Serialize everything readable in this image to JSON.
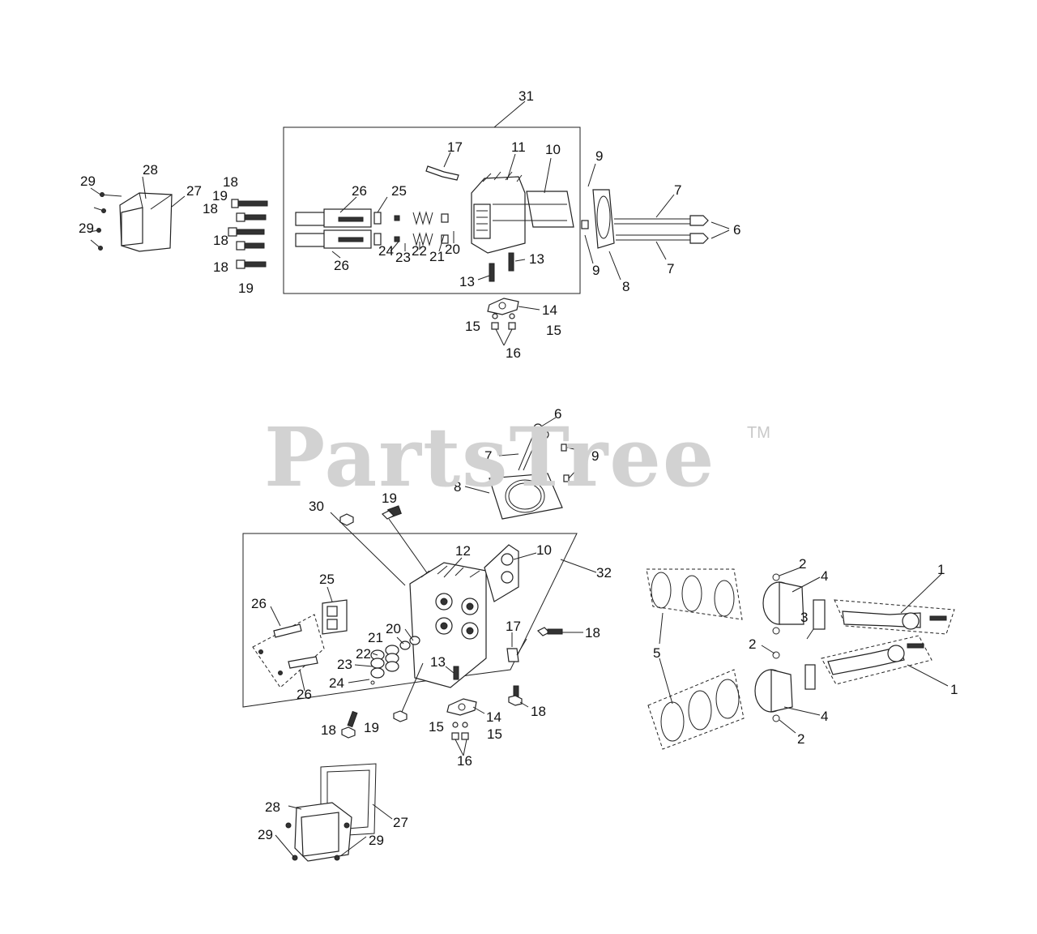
{
  "watermark": {
    "text": "PartsTree",
    "trademark": "TM"
  },
  "callouts": {
    "top": [
      "31",
      "17",
      "11",
      "10",
      "9",
      "29",
      "28",
      "27",
      "18",
      "19",
      "26",
      "25",
      "7",
      "6",
      "18",
      "24",
      "23",
      "22",
      "21",
      "20",
      "29",
      "18",
      "26",
      "13",
      "9",
      "8",
      "7",
      "13",
      "18",
      "19",
      "14",
      "15",
      "15",
      "16"
    ],
    "bottom": [
      "6",
      "7",
      "9",
      "8",
      "30",
      "19",
      "12",
      "10",
      "32",
      "25",
      "26",
      "21",
      "20",
      "17",
      "18",
      "22",
      "23",
      "24",
      "13",
      "26",
      "18",
      "14",
      "19",
      "15",
      "15",
      "16",
      "18",
      "28",
      "27",
      "29",
      "29",
      "2",
      "4",
      "1",
      "5",
      "2",
      "3",
      "1",
      "4",
      "2"
    ]
  }
}
